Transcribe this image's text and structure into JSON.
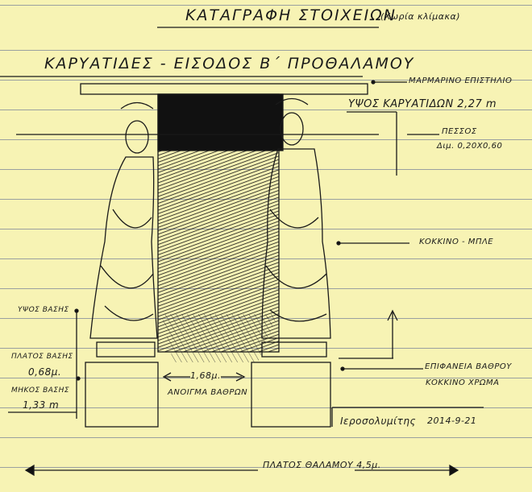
{
  "title": "ΚΑΤΑΓΡΑΦΗ ΣΤΟΙΧΕΙΩΝ",
  "subtitle": "(Χωρία κλίμακα)",
  "heading": "ΚΑΡΥΑΤΙΔΕΣ - ΕΙΣΟΔΟΣ Β΄ ΠΡΟΘΑΛΑΜΟΥ",
  "labels": {
    "lintel": "ΜΑΡΜΑΡΙΝΟ ΕΠΙΣΤΗΛΙΟ",
    "caryatid_height": "ΥΨΟΣ ΚΑΡΥΑΤΙΔΩΝ 2,27 m",
    "pier": "ΠΕΣΣΟΣ",
    "pier_dims": "Διμ. 0,20Χ0,60",
    "colour": "ΚΟΚΚΙΝΟ - ΜΠΛΕ",
    "base_height": "ΥΨΟΣ ΒΑΣΗΣ",
    "base_width": "ΠΛΑΤΟΣ ΒΑΣΗΣ",
    "base_width_value": "0,68μ.",
    "base_length": "ΜΗΚΟΣ ΒΑΣΗΣ",
    "base_length_value": "1,33 m",
    "opening_value": "1,68μ.",
    "opening": "ΑΝΟΙΓΜΑ ΒΑΘΡΩΝ",
    "surface": "ΕΠΙΦΑΝΕΙΑ ΒΑΘΡΟΥ",
    "surface_colour": "ΚΟΚΚΙΝΟ ΧΡΩΜΑ",
    "signature": "Ιεροσολυμίτης",
    "date": "2014-9-21",
    "room_width": "ΠΛΑΤΟΣ ΘΑΛΑΜΟΥ 4,5μ."
  }
}
